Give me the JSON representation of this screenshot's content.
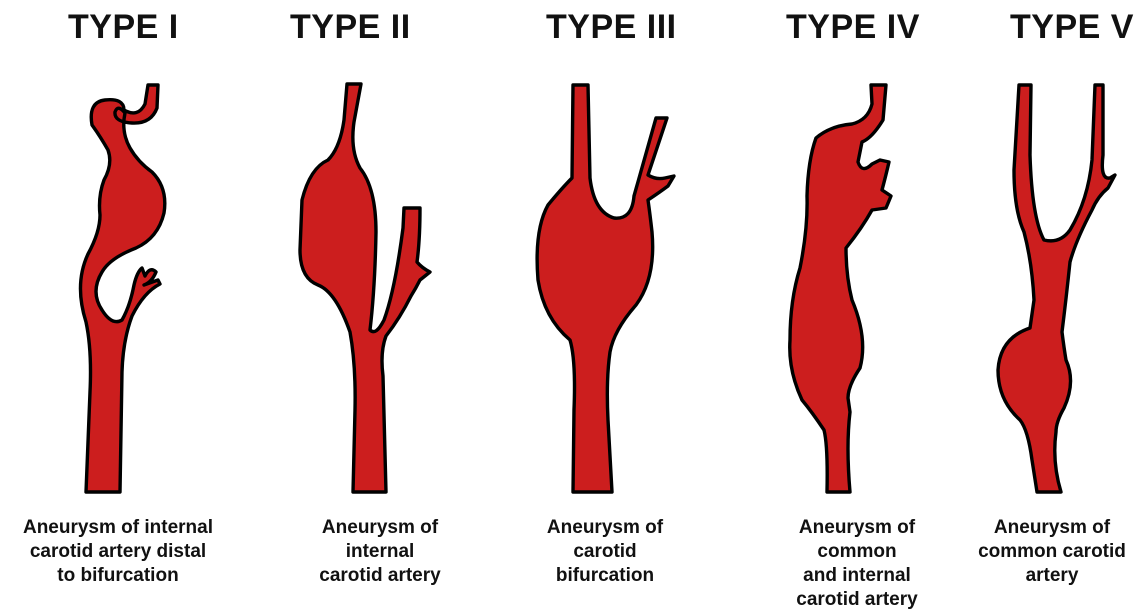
{
  "colors": {
    "vessel_fill": "#cc1e1e",
    "vessel_outline": "#000000",
    "text": "#111111"
  },
  "panels": [
    {
      "title": "TYPE I",
      "caption": [
        "Aneurysm of internal",
        "carotid artery distal",
        "to bifurcation"
      ]
    },
    {
      "title": "TYPE II",
      "caption": [
        "Aneurysm of",
        "internal",
        "carotid artery"
      ]
    },
    {
      "title": "TYPE III",
      "caption": [
        "Aneurysm of",
        "carotid",
        "bifurcation"
      ]
    },
    {
      "title": "TYPE IV",
      "caption": [
        "Aneurysm of",
        "common",
        "and internal",
        "carotid artery"
      ]
    },
    {
      "title": "TYPE V",
      "caption": [
        "Aneurysm of",
        "common carotid",
        "artery"
      ]
    }
  ]
}
